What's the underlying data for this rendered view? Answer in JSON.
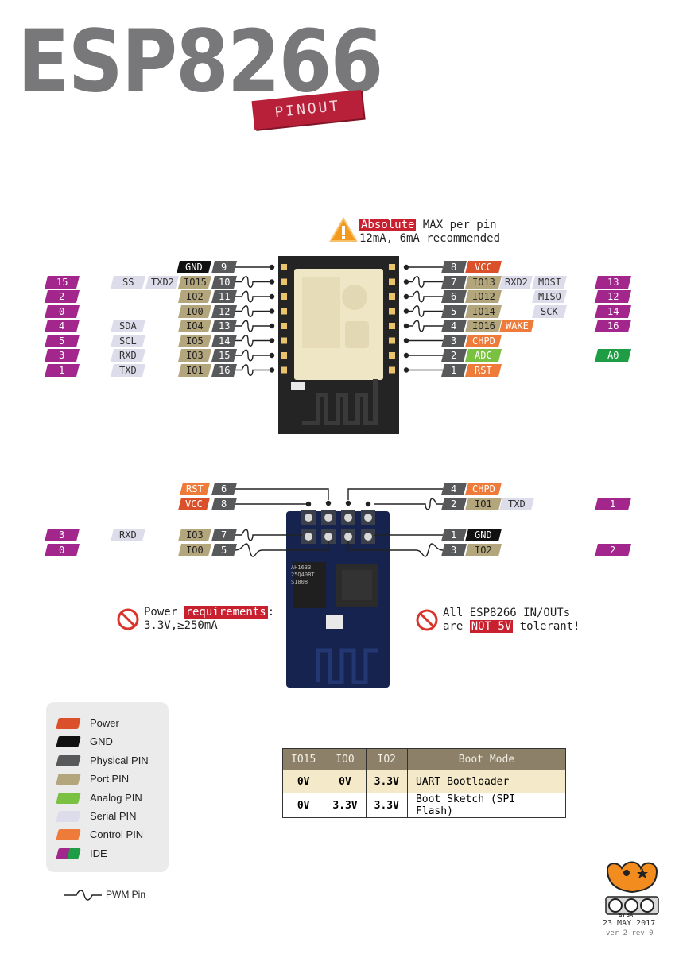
{
  "title": {
    "main": "ESP8266",
    "ribbon": "PINOUT"
  },
  "warning": {
    "highlight": "Absolute",
    "line1_rest": " MAX per pin",
    "line2": "12mA, 6mA recommended"
  },
  "colors": {
    "power": "#d9502b",
    "gnd": "#111111",
    "physical": "#58595b",
    "port": "#b3a67c",
    "analog": "#7ac142",
    "serial": "#dcdcea",
    "control": "#ef7b3a",
    "ide": "#a3268d",
    "ide_green": "#1f9d45",
    "highlight": "#c8202f"
  },
  "esp12": {
    "left_pins": [
      {
        "num": "9",
        "port": "GND",
        "type": "gnd",
        "pwm": false
      },
      {
        "num": "10",
        "port": "IO15",
        "type": "port",
        "pwm": true,
        "serial": [
          "SS",
          "TXD2"
        ],
        "ide": "15"
      },
      {
        "num": "11",
        "port": "IO2",
        "type": "port",
        "pwm": true,
        "ide": "2"
      },
      {
        "num": "12",
        "port": "IO0",
        "type": "port",
        "pwm": true,
        "ide": "0"
      },
      {
        "num": "13",
        "port": "IO4",
        "type": "port",
        "pwm": true,
        "serial": [
          "SDA"
        ],
        "ide": "4"
      },
      {
        "num": "14",
        "port": "IO5",
        "type": "port",
        "pwm": true,
        "serial": [
          "SCL"
        ],
        "ide": "5"
      },
      {
        "num": "15",
        "port": "IO3",
        "type": "port",
        "pwm": true,
        "serial": [
          "RXD"
        ],
        "ide": "3"
      },
      {
        "num": "16",
        "port": "IO1",
        "type": "port",
        "pwm": true,
        "serial": [
          "TXD"
        ],
        "ide": "1"
      }
    ],
    "right_pins": [
      {
        "num": "8",
        "port": "VCC",
        "type": "power",
        "pwm": false
      },
      {
        "num": "7",
        "port": "IO13",
        "type": "port",
        "pwm": true,
        "serial": [
          "RXD2",
          "MOSI"
        ],
        "ide": "13"
      },
      {
        "num": "6",
        "port": "IO12",
        "type": "port",
        "pwm": true,
        "serial": [
          "MISO"
        ],
        "ide": "12"
      },
      {
        "num": "5",
        "port": "IO14",
        "type": "port",
        "pwm": true,
        "serial": [
          "SCK"
        ],
        "ide": "14"
      },
      {
        "num": "4",
        "port": "IO16",
        "type": "port",
        "pwm": true,
        "control": "WAKE",
        "ide": "16"
      },
      {
        "num": "3",
        "port": "CHPD",
        "type": "control",
        "pwm": false
      },
      {
        "num": "2",
        "port": "ADC",
        "type": "analog",
        "pwm": false,
        "ide": "A0",
        "ide_green": true
      },
      {
        "num": "1",
        "port": "RST",
        "type": "control",
        "pwm": false
      }
    ]
  },
  "esp01": {
    "top_left": [
      {
        "num": "6",
        "port": "RST",
        "type": "control"
      },
      {
        "num": "8",
        "port": "VCC",
        "type": "power"
      }
    ],
    "top_right": [
      {
        "num": "4",
        "port": "CHPD",
        "type": "control"
      },
      {
        "num": "2",
        "port": "IO1",
        "type": "port",
        "serial": "TXD",
        "ide": "1"
      }
    ],
    "bottom_left": [
      {
        "num": "7",
        "port": "IO3",
        "type": "port",
        "serial": "RXD",
        "ide": "3"
      },
      {
        "num": "5",
        "port": "IO0",
        "type": "port",
        "ide": "0"
      }
    ],
    "bottom_right": [
      {
        "num": "1",
        "port": "GND",
        "type": "gnd"
      },
      {
        "num": "3",
        "port": "IO2",
        "type": "port",
        "ide": "2"
      }
    ],
    "chip_text": [
      "AH1633",
      "25Q40BT",
      "S1808"
    ]
  },
  "power_note": {
    "prefix": "Power ",
    "highlight": "requirements",
    "suffix": ":",
    "line2": "3.3V,≥250mA"
  },
  "tolerance_note": {
    "line1": "All ESP8266 IN/OUTs",
    "prefix": "are ",
    "highlight": "NOT 5V",
    "suffix": " tolerant!"
  },
  "legend": [
    {
      "label": "Power",
      "swatch": "power"
    },
    {
      "label": "GND",
      "swatch": "gnd"
    },
    {
      "label": "Physical PIN",
      "swatch": "physical"
    },
    {
      "label": "Port PIN",
      "swatch": "port"
    },
    {
      "label": "Analog PIN",
      "swatch": "analog"
    },
    {
      "label": "Serial PIN",
      "swatch": "serial"
    },
    {
      "label": "Control PIN",
      "swatch": "control"
    },
    {
      "label": "IDE",
      "swatch": "ide"
    }
  ],
  "pwm_legend": "PWM Pin",
  "boot_table": {
    "headers": [
      "IO15",
      "IO0",
      "IO2",
      "Boot Mode"
    ],
    "rows": [
      [
        "0V",
        "0V",
        "3.3V",
        "UART Bootloader"
      ],
      [
        "0V",
        "3.3V",
        "3.3V",
        "Boot Sketch (SPI Flash)"
      ]
    ]
  },
  "footer": {
    "date": "23 MAY 2017",
    "version": "ver 2 rev 0",
    "license": "BY SA"
  }
}
